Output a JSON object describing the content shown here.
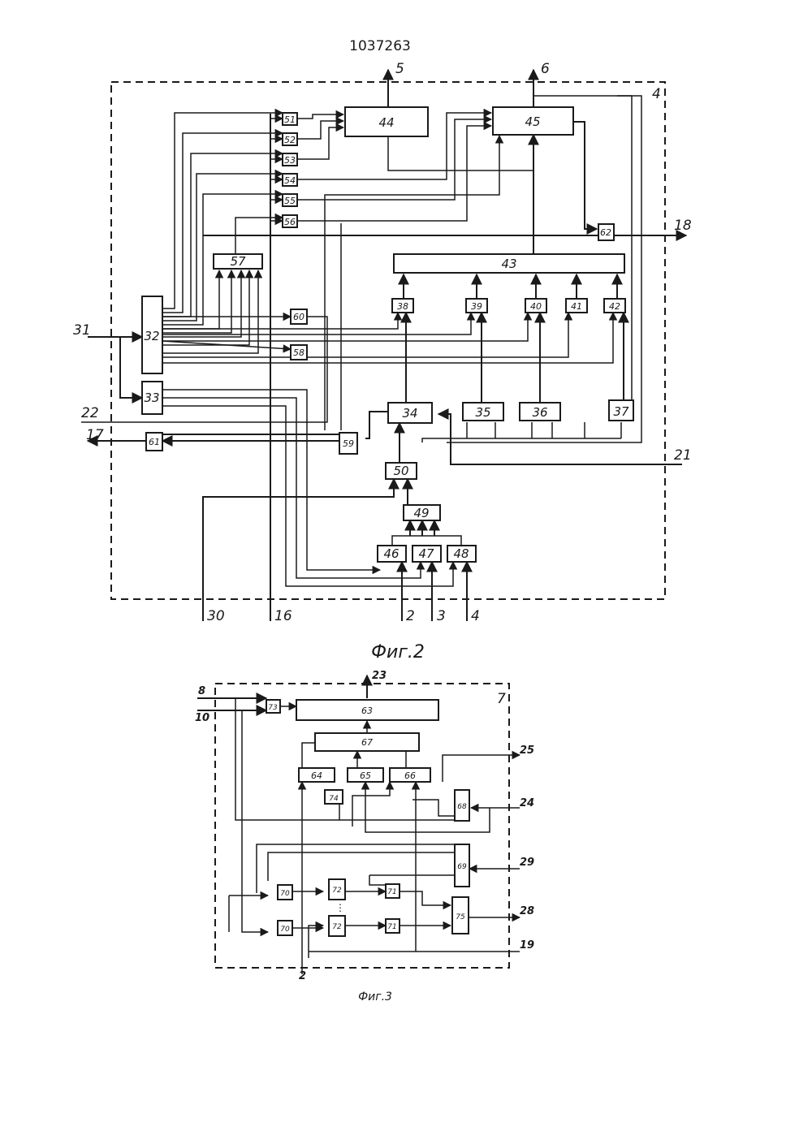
{
  "document": {
    "number": "1037263",
    "fig2_caption": "Фиг.2",
    "fig3_caption": "Фиг.3"
  },
  "fig2": {
    "block_label": "4",
    "blocks": [
      "32",
      "33",
      "34",
      "35",
      "36",
      "37",
      "38",
      "39",
      "40",
      "41",
      "42",
      "43",
      "44",
      "45",
      "46",
      "47",
      "48",
      "49",
      "50",
      "51",
      "52",
      "53",
      "54",
      "55",
      "56",
      "57",
      "58",
      "59",
      "60",
      "61",
      "62"
    ],
    "terminals": {
      "out_5": "5",
      "out_6": "6",
      "in_31": "31",
      "in_22": "22",
      "out_17": "17",
      "out_18": "18",
      "in_21": "21",
      "in_30": "30",
      "in_16": "16",
      "in_2": "2",
      "in_3": "3",
      "in_4": "4"
    }
  },
  "fig3": {
    "block_label": "7",
    "blocks": {
      "b63": "63",
      "b67": "67",
      "b64": "64",
      "b65": "65",
      "b66": "66",
      "b73": "73",
      "b68": "68",
      "b69": "69",
      "b75": "75",
      "b70a": "70",
      "b70b": "70",
      "b72a": "72",
      "b72b": "72",
      "b71a": "71",
      "b71b": "71"
    },
    "terminals": {
      "in_8": "8",
      "in_10": "10",
      "out_23": "23",
      "t_25": "25",
      "t_24": "24",
      "t_29": "29",
      "t_28": "28",
      "t_19": "19",
      "in_2": "2"
    }
  }
}
